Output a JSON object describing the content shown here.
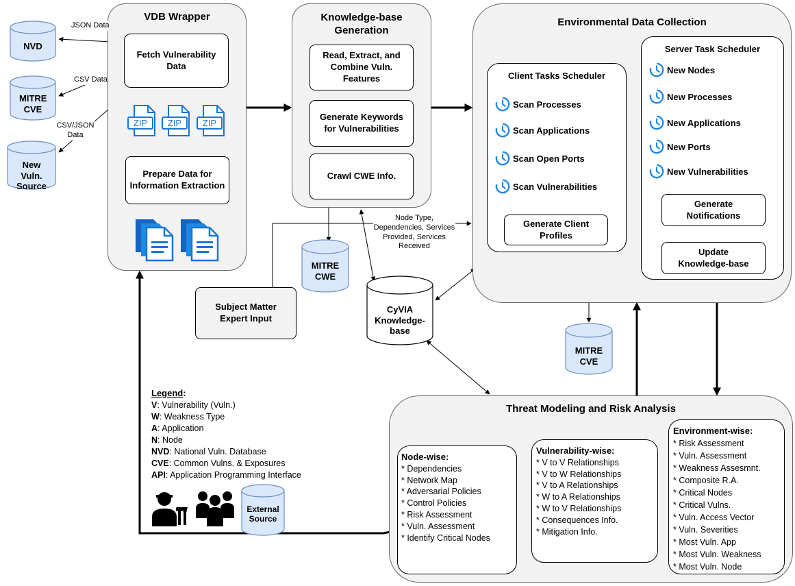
{
  "groups": {
    "vdb": "VDB Wrapper",
    "kb": "Knowledge-base Generation",
    "env": "Environmental Data Collection",
    "threat": "Threat Modeling and Risk Analysis"
  },
  "vdb_boxes": {
    "fetch": "Fetch Vulnerability Data",
    "prepare": "Prepare Data for Information Extraction"
  },
  "zip_label": "ZIP",
  "kb_boxes": {
    "read": "Read, Extract, and Combine Vuln. Features",
    "keywords": "Generate Keywords for Vulnerabilities",
    "crawl": "Crawl CWE Info."
  },
  "databases": {
    "nvd": "NVD",
    "mitre_cve": "MITRE CVE",
    "new_source": "New Vuln. Source",
    "mitre_cwe": "MITRE CWE",
    "cyvia": "CyVIA Knowledge-base",
    "mitre_cve2": "MITRE CVE",
    "external": "External Source"
  },
  "edge_labels": {
    "json": "JSON Data",
    "csv": "CSV Data",
    "csvjson": "CSV/JSON Data",
    "sme_edge": "Node Type, Dependencies, Services Provided, Services Received"
  },
  "sme": "Subject Matter Expert Input",
  "client": {
    "title": "Client Tasks Scheduler",
    "tasks": [
      "Scan Processes",
      "Scan Applications",
      "Scan Open Ports",
      "Scan Vulnerabilities"
    ],
    "profiles": "Generate Client Profiles"
  },
  "server": {
    "title": "Server Task Scheduler",
    "tasks": [
      "New Nodes",
      "New Processes",
      "New Applications",
      "New Ports",
      "New Vulnerabilities"
    ],
    "notifications": "Generate Notifications",
    "update": "Update Knowledge-base"
  },
  "node_wise": {
    "title": "Node-wise:",
    "items": [
      "* Dependencies",
      "* Network Map",
      "* Adversarial Policies",
      "* Control Policies",
      "* Risk Assessment",
      "* Vuln. Assessment",
      "* Identify Critical Nodes"
    ]
  },
  "vuln_wise": {
    "title": "Vulnerability-wise:",
    "items": [
      "* V to V Relationships",
      "* V to W Relationships",
      "* V to A Relationships",
      "* W to A Relationships",
      "* W to V Relationships",
      "* Consequences Info.",
      "* Mitigation Info."
    ]
  },
  "env_wise": {
    "title": "Environment-wise:",
    "items": [
      "* Risk Assessment",
      "* Vuln. Assessment",
      "* Weakness Assesmnt.",
      "* Composite R.A.",
      "* Critical Nodes",
      "* Critical Vulns.",
      "* Vuln. Access Vector",
      "* Vuln. Severities",
      "* Most Vuln. App",
      "* Most Vuln. Weakness",
      "* Most Vuln. Node"
    ]
  },
  "legend": {
    "title": "Legend",
    "colon": ":",
    "entries": [
      {
        "key": "V",
        "text": ": Vulnerability (Vuln.)"
      },
      {
        "key": "W",
        "text": ": Weakness Type"
      },
      {
        "key": "A",
        "text": ": Application"
      },
      {
        "key": "N",
        "text": ": Node"
      },
      {
        "key": "NVD",
        "text": ": National Vuln. Database"
      },
      {
        "key": "CVE",
        "text": ": Common Vulns. & Exposures"
      },
      {
        "key": "API",
        "text": ": Application Programming Interface"
      }
    ]
  },
  "colors": {
    "db_fill": "#dae8fc",
    "db_stroke": "#6c8ebf",
    "clock": "#1e88e5",
    "doc": "#1976d2",
    "group_fill": "#f2f2f2"
  },
  "icons": [
    "clock-icon",
    "zip-file-icon",
    "document-icon",
    "engineer-icon",
    "group-people-icon"
  ]
}
